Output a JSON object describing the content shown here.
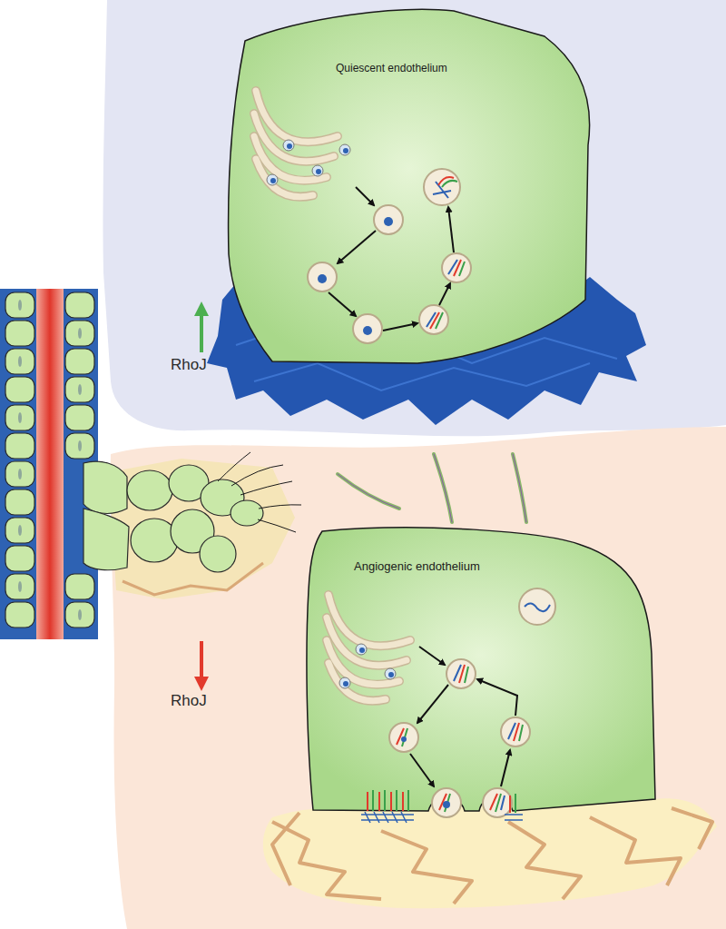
{
  "diagram": {
    "nodes": [
      {
        "text": [
          "Quiescent endothelium"
        ]
      },
      {
        "text": [
          "Angiogenic endothelium"
        ]
      }
    ],
    "labels": [
      "RhoJ",
      "RhoJ"
    ]
  }
}
